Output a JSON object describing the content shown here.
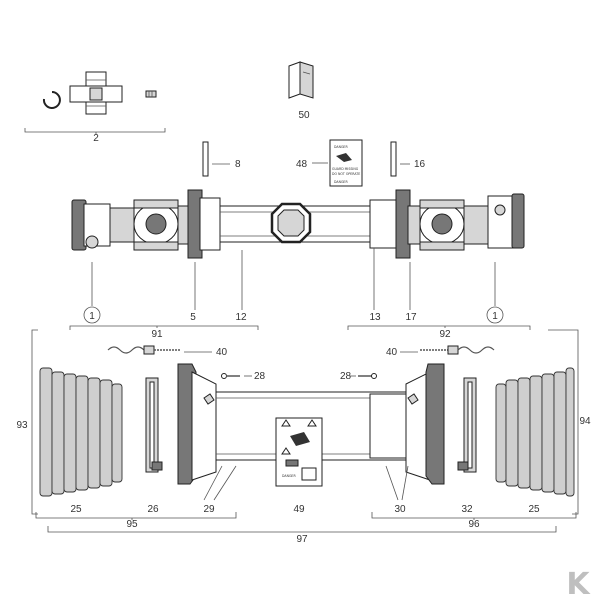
{
  "labels": {
    "c1_left": "1",
    "c1_right": "1",
    "n2": "2",
    "n5": "5",
    "n8": "8",
    "n12": "12",
    "n13": "13",
    "n16": "16",
    "n17": "17",
    "n25_left": "25",
    "n25_right": "25",
    "n26": "26",
    "n28_left": "28",
    "n28_right": "28",
    "n29": "29",
    "n30": "30",
    "n32": "32",
    "n40_left": "40",
    "n40_right": "40",
    "n48": "48",
    "n49": "49",
    "n50": "50",
    "n91": "91",
    "n92": "92",
    "n93": "93",
    "n94": "94",
    "n95": "95",
    "n96": "96",
    "n97": "97"
  },
  "decals": {
    "danger_top": "DANGER",
    "danger_bottom": "DANGER",
    "decal_line1": "GUARD MISSING",
    "decal_line2": "DO NOT OPERATE"
  },
  "logo": {
    "letter": "K",
    "color": "#bfbfbf"
  }
}
